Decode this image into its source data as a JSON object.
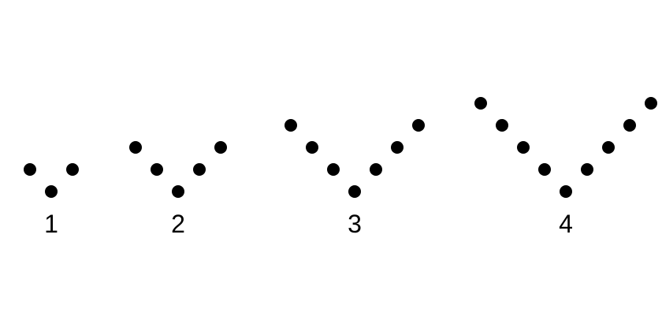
{
  "figure": {
    "dot_color": "#000000",
    "patterns": [
      {
        "label": "1",
        "dots_per_arm": 1
      },
      {
        "label": "2",
        "dots_per_arm": 2
      },
      {
        "label": "3",
        "dots_per_arm": 3
      },
      {
        "label": "4",
        "dots_per_arm": 4
      }
    ]
  }
}
